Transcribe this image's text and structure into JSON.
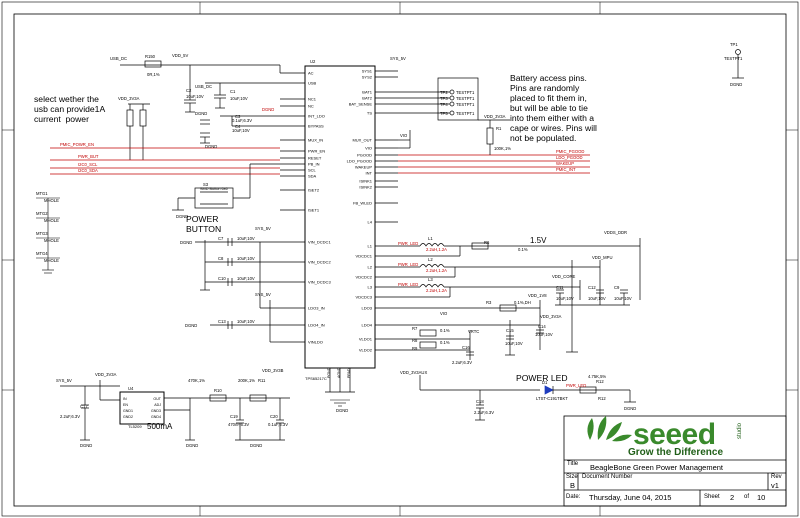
{
  "notes": {
    "usb_note": "select wether the\nusb can provide1A\ncurrent  power",
    "battery_note": "Battery access pins.\nPins are randomly\nplaced to fit them in,\nbut will be able to tie\ninto them either with a\ncape or wires. Pins will\nnot be populated.",
    "power_button": "POWER\nBUTTON",
    "power_led": "POWER LED",
    "current_note": "500mA",
    "v15_label": "1.5V"
  },
  "ic": {
    "u2_ref": "U2",
    "u2_part": "TPS65217C",
    "u2_left_pins": [
      "AC",
      "USB",
      "NC1",
      "NC",
      "INT_LDO",
      "BYPASS",
      "MUX_IN",
      "PWR_EN",
      "RESET",
      "PB_IN",
      "SCL",
      "SDA",
      "ISET2",
      "ISET1",
      "VIN_DCDC1",
      "VIN_DCDC2",
      "VIN_DCDC3",
      "LDO3_IN",
      "LDO4_IN",
      "VINLDO"
    ],
    "u2_right_pins": [
      "SYS1",
      "SYS2",
      "BAT1",
      "BAT2",
      "BAT_SENSE",
      "TS",
      "MUX_OUT",
      "VIO",
      "PGOOD",
      "LDO_PGOOD",
      "WAKEUP",
      "INT",
      "ISINK1",
      "ISINK2",
      "FB_WLED",
      "L4",
      "L1",
      "VDCDC1",
      "L2",
      "VDCDC2",
      "L3",
      "VDCDC3",
      "LDO3",
      "LDO4",
      "VLDO1",
      "VLDO2"
    ],
    "u2_bottom_pins": [
      "PGND",
      "AGND",
      "PPAD"
    ],
    "u4_ref": "U4",
    "u4_part": "TL5209",
    "u4_pins_left": [
      "IN",
      "EN",
      "GND1",
      "GND2"
    ],
    "u4_pins_right": [
      "OUT",
      "ADJ",
      "GND3",
      "GND4"
    ]
  },
  "nets": {
    "vdd_5v": "VDD_5V",
    "usb_dc": "USB_DC",
    "sys_5v": "SYS_5V",
    "vdd_3v3a": "VDD_3V3A",
    "vdd_3v3b": "VDD_3V3B",
    "vdd_3v3aux": "VDD_3V3AUX",
    "vdd_ddr": "VDDS_DDR",
    "vdd_mpu": "VDD_MPU",
    "vdd_core": "VDD_CORE",
    "vdd_1v8": "VDD_1V8",
    "pmic_power_en": "PMIC_POWR_EN",
    "pwr_but": "PWR_BUT",
    "i2c0_scl": "I2C0_SCL",
    "i2c0_sda": "I2C0_SDA",
    "pmic_pgood": "PMIC_PGOOD",
    "ldo_pgood": "LDO_PGOOD",
    "wakeup": "WAKEUP",
    "pmic_int": "PMIC_INT",
    "pwr_led": "PWR_LED",
    "dgnd": "DGND",
    "vio": "VIO",
    "vrtc": "VRTC"
  },
  "components": {
    "r150": "R150",
    "r150_val": "0R,1%",
    "c2": "C2",
    "c2_val": "10uF,10V",
    "c1": "C1",
    "c1_val": "10uF,10V",
    "c3": "C3",
    "c3_val": "0.1uF,6.3V",
    "c4": "C4",
    "c4_val": "10uF,10V",
    "r1": "R1",
    "r1_val": "100K,1%",
    "s3": "S3",
    "s3_part": "SMD Button 6x6",
    "c7": "C7",
    "c7_val": "10uF,10V",
    "c8": "C8",
    "c8_val": "10uF,10V",
    "c10": "C10",
    "c10_val": "10uF,10V",
    "c13": "C13",
    "c13_val": "10uF,10V",
    "l1": "L1",
    "l2": "L2",
    "l3": "L3",
    "l_val": "2.2uH,1.2A",
    "r6": "R6",
    "r6_val": "0.1%",
    "c11": "C11",
    "c12": "C12",
    "c9": "C9",
    "c14": "C14",
    "c_val10": "10uF,10V",
    "r3": "R3",
    "r3_val": "0.1%,DH",
    "r7": "R7",
    "r8": "R8",
    "r9": "R9",
    "r_small": "0.1%",
    "c15": "C15",
    "c16": "C16",
    "c16_val": "2.2uF,6.3V",
    "c17": "C17",
    "c17_val": "2.2uF,6.3V",
    "c18": "C18",
    "c19": "C19",
    "c19_val": "470nF,6.3V",
    "c20": "C20",
    "c20_val": "0.1uF,6.3V",
    "r10": "R10",
    "r10_val": "470K,1%",
    "r11": "R11",
    "r11_val": "200K,1%",
    "d1": "D1",
    "d1_part": "LTST-C191TBKT",
    "r12": "R12",
    "r12_val": "4.75K,5%",
    "tp1": "TP1",
    "tp1_part": "TESTPT1",
    "mtg": [
      "MTG1",
      "MTG2",
      "MTG3",
      "MTG4"
    ],
    "mhole": "MHOLE",
    "tps": [
      "TP2",
      "TP3",
      "TP4",
      "TP5"
    ],
    "testpt": "TESTPT1"
  },
  "logo": {
    "name": "seeed",
    "side": "studio",
    "tagline": "Grow the Difference",
    "colors": {
      "green": "#3a8a2c",
      "dark": "#1f5e17"
    }
  },
  "title_block": {
    "title_label": "Title",
    "title": "BeagleBone Green Power Management",
    "size_label": "Size",
    "size": "B",
    "doc_label": "Document Number",
    "rev_label": "Rev",
    "rev": "v1",
    "date_label": "Date:",
    "date": "Thursday, June 04, 2015",
    "sheet_label": "Sheet",
    "sheet": "2",
    "of_label": "of",
    "total": "10"
  },
  "colors": {
    "wire": "#000000",
    "net_label": "#c00000",
    "border": "#000000",
    "component": "#000080"
  }
}
